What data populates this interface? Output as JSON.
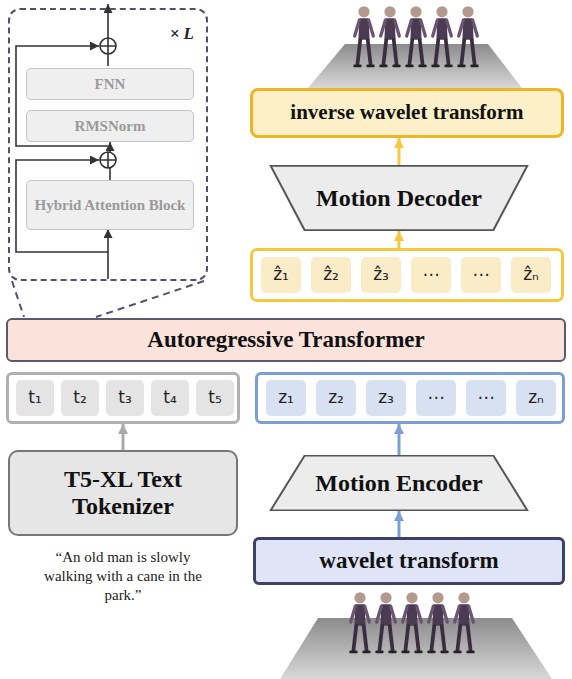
{
  "diagram": {
    "nodes": [
      {
        "text": [
          "× L"
        ]
      },
      {
        "text": [
          "FNN"
        ],
        "in": 0
      },
      {
        "text": [
          "RMSNorm"
        ],
        "in": 0
      },
      {
        "text": [
          "Hybrid Attention Block"
        ],
        "in": 0
      },
      {
        "text": [
          "inverse wavelet transform"
        ]
      },
      {
        "text": [
          "Motion Decoder"
        ]
      },
      {
        "text": []
      },
      {
        "text": [
          "ẑ₁"
        ],
        "in": 6
      },
      {
        "text": [
          "ẑ₂"
        ],
        "in": 6
      },
      {
        "text": [
          "ẑ₃"
        ],
        "in": 6
      },
      {
        "text": [
          "⋯"
        ],
        "in": 6
      },
      {
        "text": [
          "⋯"
        ],
        "in": 6
      },
      {
        "text": [
          "ẑₙ"
        ],
        "in": 6
      },
      {
        "text": [
          "Autoregressive Transformer"
        ]
      },
      {
        "text": []
      },
      {
        "text": [
          "t₁"
        ],
        "in": 14
      },
      {
        "text": [
          "t₂"
        ],
        "in": 14
      },
      {
        "text": [
          "t₃"
        ],
        "in": 14
      },
      {
        "text": [
          "t₄"
        ],
        "in": 14
      },
      {
        "text": [
          "t₅"
        ],
        "in": 14
      },
      {
        "text": []
      },
      {
        "text": [
          "z₁"
        ],
        "in": 20
      },
      {
        "text": [
          "z₂"
        ],
        "in": 20
      },
      {
        "text": [
          "z₃"
        ],
        "in": 20
      },
      {
        "text": [
          "⋯"
        ],
        "in": 20
      },
      {
        "text": [
          "⋯"
        ],
        "in": 20
      },
      {
        "text": [
          "zₙ"
        ],
        "in": 20
      },
      {
        "text": [
          "T5-XL Text Tokenizer"
        ]
      },
      {
        "text": [
          "Motion Encoder"
        ]
      },
      {
        "text": [
          "wavelet transform"
        ]
      }
    ],
    "edges": [
      {
        "from": 3,
        "to": 2,
        "arrow": "to"
      },
      {
        "from": 29,
        "to": 28,
        "arrow": "to"
      },
      {
        "from": 28,
        "to": 20,
        "arrow": "to"
      },
      {
        "from": 27,
        "to": 14,
        "arrow": "to"
      },
      {
        "from": 6,
        "to": 5,
        "arrow": "to"
      },
      {
        "from": 5,
        "to": 4,
        "arrow": "to"
      }
    ],
    "labels": [
      "“An old man is slowly walking with a cane in the park.”"
    ]
  }
}
